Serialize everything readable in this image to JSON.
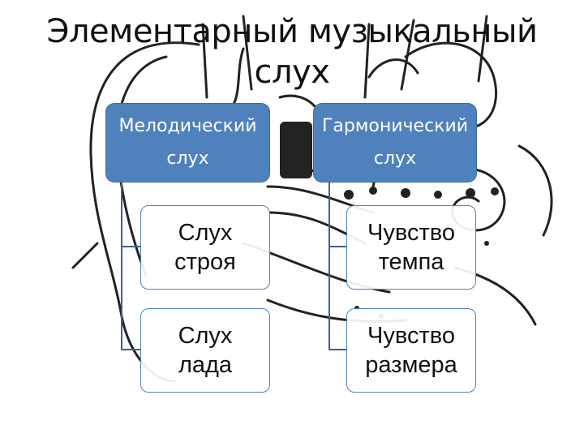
{
  "title": {
    "line1": "Элементарный музыкальный",
    "line2": "слух"
  },
  "branches": [
    {
      "head": {
        "line1": "Мелодический",
        "line2": "слух"
      },
      "children": [
        {
          "line1": "Слух",
          "line2": "строя"
        },
        {
          "line1": "Слух",
          "line2": "лада"
        }
      ]
    },
    {
      "head": {
        "line1": "Гармонический",
        "line2": "слух"
      },
      "children": [
        {
          "line1": "Чувство",
          "line2": "темпа"
        },
        {
          "line1": "Чувство",
          "line2": "размера"
        }
      ]
    }
  ],
  "colors": {
    "head_fill": "#4f81bd",
    "child_border": "#4f81bd",
    "connector": "#3f5f8f"
  }
}
